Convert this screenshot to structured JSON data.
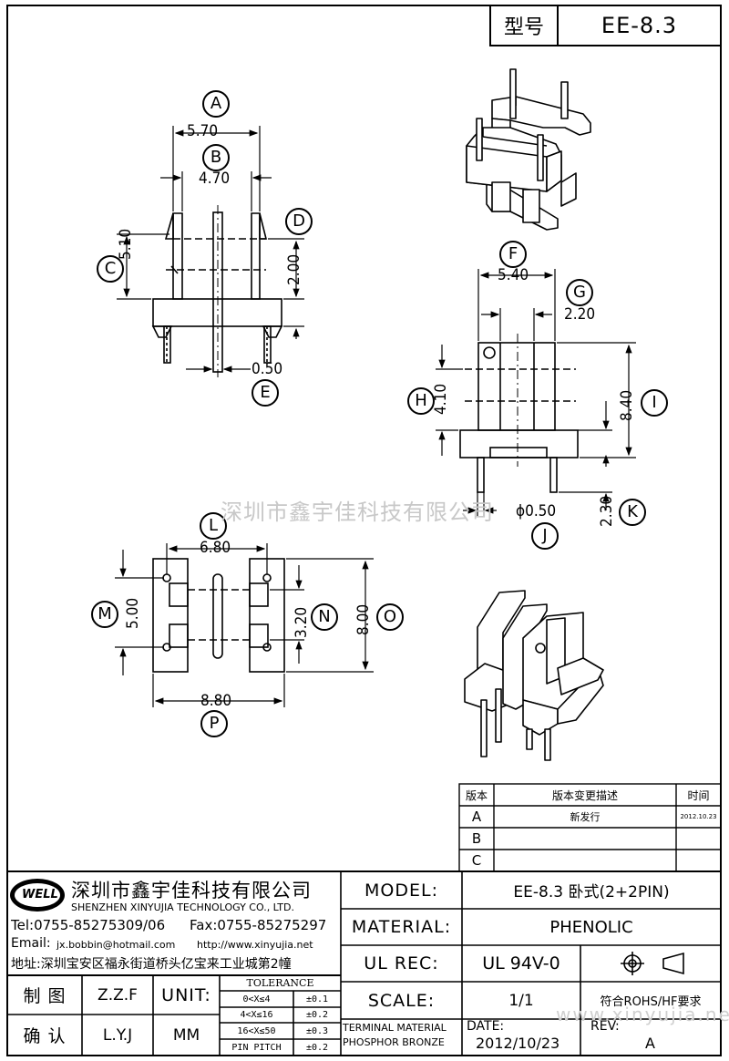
{
  "header": {
    "type_label": "型号",
    "model": "EE-8.3"
  },
  "dims": {
    "A": "5.70",
    "B": "4.70",
    "C": "5.10",
    "D": "2.00",
    "E": "0.50",
    "F": "5.40",
    "G": "2.20",
    "H": "4.10",
    "I": "8.40",
    "J": "ϕ0.50",
    "K": "2.30",
    "L": "6.80",
    "M": "5.00",
    "N": "3.20",
    "O": "8.00",
    "P": "8.80"
  },
  "labels": [
    "A",
    "B",
    "C",
    "D",
    "E",
    "F",
    "G",
    "H",
    "I",
    "J",
    "K",
    "L",
    "M",
    "N",
    "O",
    "P"
  ],
  "watermark": "深圳市鑫宇佳科技有限公司",
  "watermark_url": "www.xinyujia.net",
  "revision_table": {
    "headers": [
      "版本",
      "版本变更描述",
      "时间"
    ],
    "rows": [
      {
        "rev": "A",
        "desc": "新发行",
        "date": "2012.10.23"
      },
      {
        "rev": "B",
        "desc": "",
        "date": ""
      },
      {
        "rev": "C",
        "desc": "",
        "date": ""
      }
    ]
  },
  "company": {
    "logo_text": "WELL",
    "name_cn": "深圳市鑫宇佳科技有限公司",
    "name_en": "SHENZHEN XINYUJIA TECHNOLOGY CO., LTD.",
    "tel": "Tel:0755-85275309/06",
    "fax": "Fax:0755-85275297",
    "email_label": "Email:",
    "email": "jx.bobbin@hotmail.com",
    "web": "http://www.xinyujia.net",
    "address": "地址:深圳宝安区福永街道桥头亿宝来工业城第2幢"
  },
  "title_block": {
    "model_label": "MODEL:",
    "model_value": "EE-8.3 卧式(2+2PIN)",
    "material_label": "MATERIAL:",
    "material_value": "PHENOLIC",
    "ulrec_label": "UL REC:",
    "ulrec_value": "UL 94V-0",
    "scale_label": "SCALE:",
    "scale_value": "1/1",
    "rohs": "符合ROHS/HF要求",
    "terminal_1": "TERMINAL MATERIAL",
    "terminal_2": "PHOSPHOR BRONZE",
    "date_label": "DATE:",
    "date_value": "2012/10/23",
    "rev_label": "REV:",
    "rev_value": "A",
    "drawn_label": "制 图",
    "drawn_value": "Z.Z.F",
    "checked_label": "确 认",
    "checked_value": "L.Y.J",
    "unit_label": "UNIT:",
    "unit_value": "MM",
    "tolerance_title": "TOLERANCE",
    "tolerance_rows": [
      {
        "range": "0<X≤4",
        "tol": "±0.1"
      },
      {
        "range": "4<X≤16",
        "tol": "±0.2"
      },
      {
        "range": "16<X≤50",
        "tol": "±0.3"
      },
      {
        "range": "PIN PITCH",
        "tol": "±0.2"
      }
    ]
  }
}
